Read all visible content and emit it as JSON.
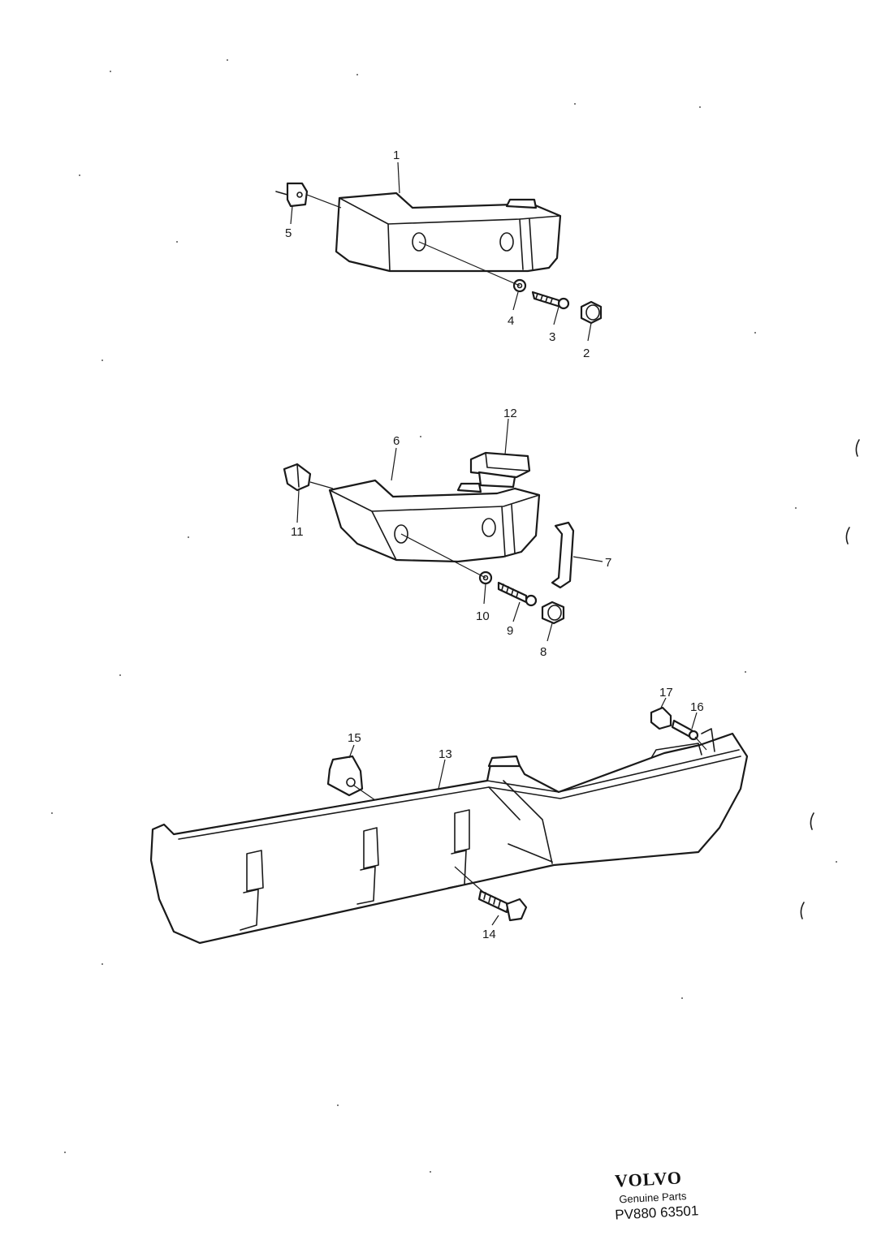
{
  "callouts": {
    "c1": "1",
    "c2": "2",
    "c3": "3",
    "c4": "4",
    "c5": "5",
    "c6": "6",
    "c7": "7",
    "c8": "8",
    "c9": "9",
    "c10": "10",
    "c11": "11",
    "c12": "12",
    "c13": "13",
    "c14": "14",
    "c15": "15",
    "c16": "16",
    "c17": "17"
  },
  "logo": {
    "brand": "VOLVO",
    "subtitle": "Genuine Parts",
    "code": "PV880 63501"
  }
}
